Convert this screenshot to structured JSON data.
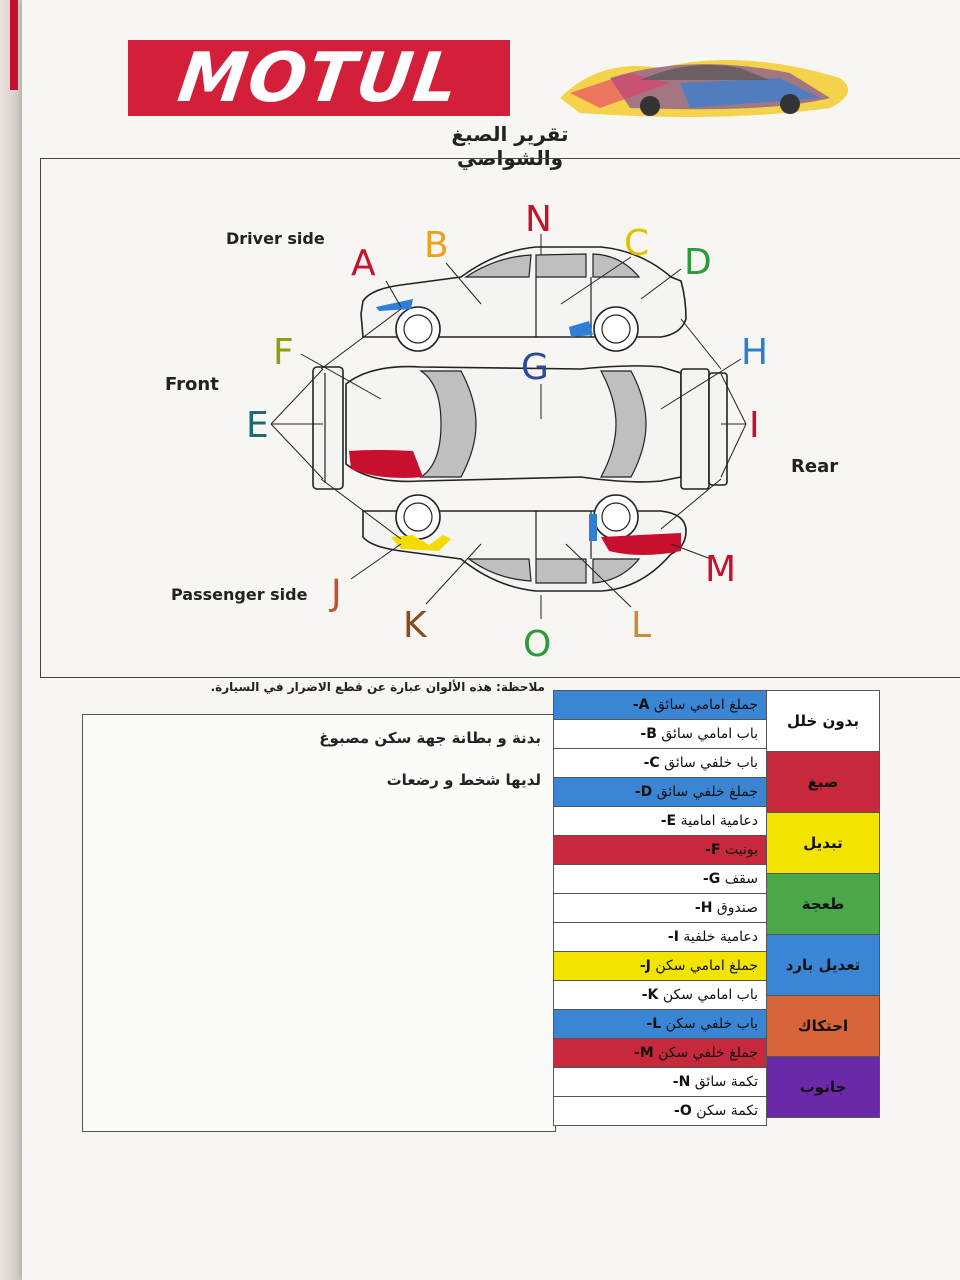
{
  "header": {
    "brand": "MOTUL",
    "report_title": "تقرير الصبغ والشواصي"
  },
  "diagram": {
    "side_labels": {
      "driver_side": "Driver side",
      "passenger_side": "Passenger side",
      "front": "Front",
      "rear": "Rear"
    },
    "part_letters": [
      {
        "letter": "A",
        "color": "#c8102e"
      },
      {
        "letter": "B",
        "color": "#f0a020"
      },
      {
        "letter": "C",
        "color": "#e0c000"
      },
      {
        "letter": "D",
        "color": "#2a9a3a"
      },
      {
        "letter": "E",
        "color": "#1f6b6b"
      },
      {
        "letter": "F",
        "color": "#8aa010"
      },
      {
        "letter": "G",
        "color": "#2d4a9a"
      },
      {
        "letter": "H",
        "color": "#2a7fd0"
      },
      {
        "letter": "I",
        "color": "#c8102e"
      },
      {
        "letter": "J",
        "color": "#c8502e"
      },
      {
        "letter": "K",
        "color": "#8a4a1a"
      },
      {
        "letter": "L",
        "color": "#d08a30"
      },
      {
        "letter": "M",
        "color": "#c8102e"
      },
      {
        "letter": "N",
        "color": "#c8102e"
      },
      {
        "letter": "O",
        "color": "#2a9a3a"
      }
    ],
    "damage_colors": {
      "blue": "#2f7fd6",
      "red": "#c8102e",
      "yellow": "#f5dc00"
    }
  },
  "note": "ملاحظة: هذه الألوان عبارة عن قطع الاضرار في السيارة.",
  "notes_box": {
    "line1": "بدنة و بطانة جهة سكن مصبوغ",
    "line2": "لديها شخط و رضعات"
  },
  "parts": [
    {
      "code": "A-",
      "name": "جملغ امامي سائق",
      "bg": "#3a86d4"
    },
    {
      "code": "B-",
      "name": "باب امامي سائق",
      "bg": "#ffffff"
    },
    {
      "code": "C-",
      "name": "باب خلفي سائق",
      "bg": "#ffffff"
    },
    {
      "code": "D-",
      "name": "جملغ خلفي سائق",
      "bg": "#3a86d4"
    },
    {
      "code": "E-",
      "name": "دعامية امامية",
      "bg": "#ffffff"
    },
    {
      "code": "F-",
      "name": "بونيت",
      "bg": "#c8283c"
    },
    {
      "code": "G-",
      "name": "سقف",
      "bg": "#ffffff"
    },
    {
      "code": "H-",
      "name": "صندوق",
      "bg": "#ffffff"
    },
    {
      "code": "I-",
      "name": "دعامية خلفية",
      "bg": "#ffffff"
    },
    {
      "code": "J-",
      "name": "جملغ امامي سكن",
      "bg": "#f3e400"
    },
    {
      "code": "K-",
      "name": "باب امامي سكن",
      "bg": "#ffffff"
    },
    {
      "code": "L-",
      "name": "باب خلفي سكن",
      "bg": "#3a86d4"
    },
    {
      "code": "M-",
      "name": "جملغ خلفي سكن",
      "bg": "#c8283c"
    },
    {
      "code": "N-",
      "name": "تكمة سائق",
      "bg": "#ffffff"
    },
    {
      "code": "O-",
      "name": "تكمة سكن",
      "bg": "#ffffff"
    }
  ],
  "legend": [
    {
      "label": "بدون خلل",
      "color": "#ffffff"
    },
    {
      "label": "صبغ",
      "color": "#c8283c"
    },
    {
      "label": "تبديل",
      "color": "#f3e400"
    },
    {
      "label": "طعجة",
      "color": "#4aa84a"
    },
    {
      "label": "تعديل بارد",
      "color": "#3a86d4"
    },
    {
      "label": "احتكاك",
      "color": "#d8643a"
    },
    {
      "label": "جانوب",
      "color": "#6a2aa8"
    }
  ]
}
